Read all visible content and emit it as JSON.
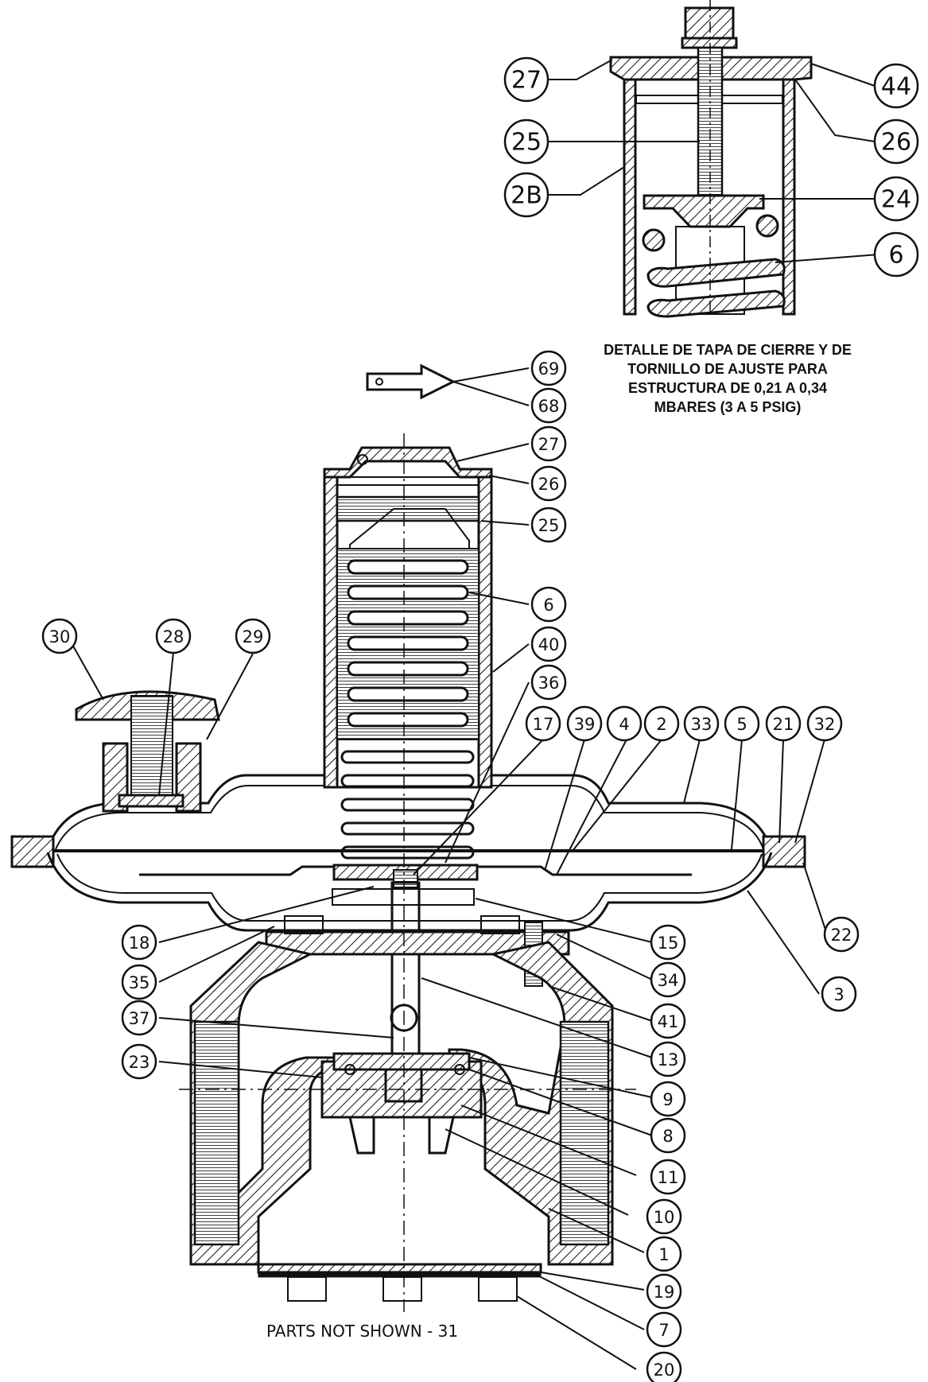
{
  "detail_caption": {
    "lines": [
      "DETALLE DE TAPA DE CIERRE Y DE",
      "TORNILLO DE AJUSTE PARA",
      "ESTRUCTURA DE 0,21 A 0,34",
      "MBARES (3 A 5 PSIG)"
    ]
  },
  "parts_note": "PARTS NOT SHOWN - 31",
  "detail_callouts": [
    {
      "label": "27",
      "side": "left"
    },
    {
      "label": "25",
      "side": "left"
    },
    {
      "label": "2B",
      "side": "left"
    },
    {
      "label": "44",
      "side": "right"
    },
    {
      "label": "26",
      "side": "right"
    },
    {
      "label": "24",
      "side": "right"
    },
    {
      "label": "6",
      "side": "right"
    }
  ],
  "main_callouts": [
    "69",
    "68",
    "27",
    "26",
    "25",
    "6",
    "40",
    "36",
    "30",
    "28",
    "29",
    "17",
    "39",
    "4",
    "2",
    "33",
    "5",
    "21",
    "32",
    "18",
    "35",
    "15",
    "34",
    "22",
    "3",
    "37",
    "23",
    "41",
    "13",
    "9",
    "8",
    "11",
    "10",
    "1",
    "19",
    "7",
    "20"
  ]
}
